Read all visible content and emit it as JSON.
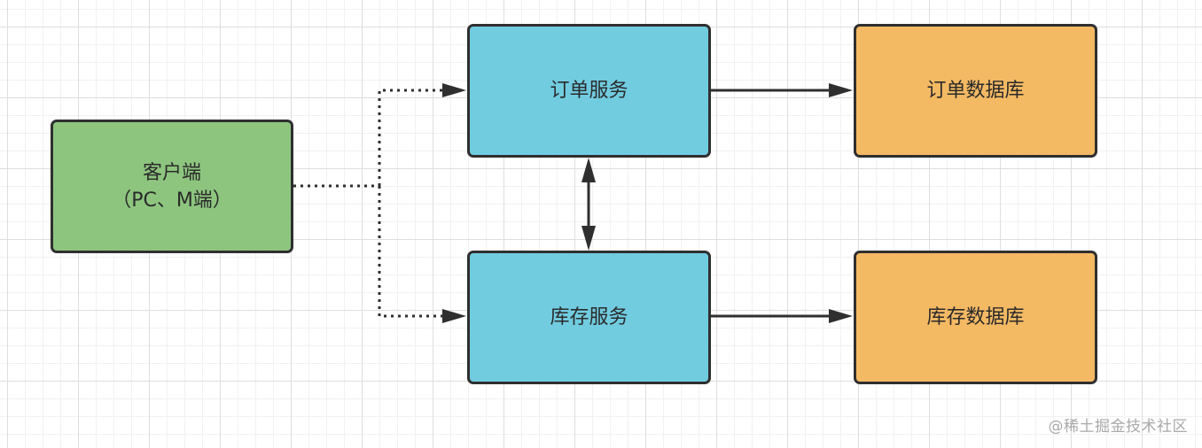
{
  "diagram": {
    "nodes": {
      "client": {
        "line1": "客户端",
        "line2": "（PC、M端）"
      },
      "order_service": "订单服务",
      "inventory_service": "库存服务",
      "order_db": "订单数据库",
      "inventory_db": "库存数据库"
    },
    "edges": [
      {
        "from": "client",
        "to": "order_service",
        "style": "dotted"
      },
      {
        "from": "client",
        "to": "inventory_service",
        "style": "dotted"
      },
      {
        "from": "order_service",
        "to": "inventory_service",
        "style": "solid",
        "bidirectional": true
      },
      {
        "from": "order_service",
        "to": "order_db",
        "style": "solid"
      },
      {
        "from": "inventory_service",
        "to": "inventory_db",
        "style": "solid"
      }
    ],
    "colors": {
      "client": "#8dc57f",
      "service": "#71cce0",
      "database": "#f4b963",
      "stroke": "#2f2f2f"
    }
  },
  "watermark": "@稀土掘金技术社区"
}
